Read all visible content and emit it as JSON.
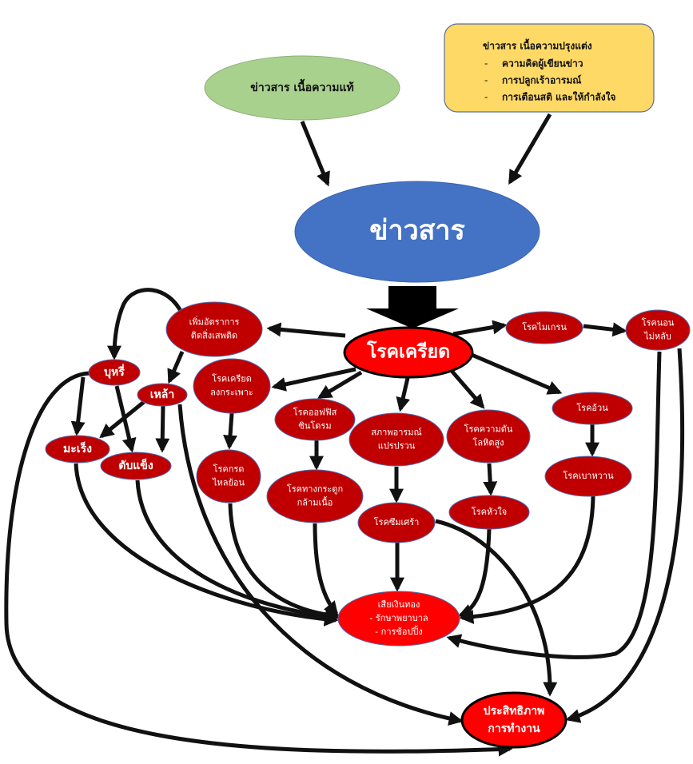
{
  "colors": {
    "node": "#c00000",
    "hub": "#ff0000",
    "news": "#4472c4",
    "genuine": "#a9d18e",
    "embellished": "#ffd966",
    "edge": "#111111"
  },
  "nodes": {
    "genuine": {
      "lines": [
        "ข่าวสาร เนื้อความแท้"
      ]
    },
    "embellished": {
      "title": "ข่าวสาร เนื้อความปรุงแต่ง",
      "items": [
        "ความคิดผู้เขียนข่าว",
        "การปลูกเร้าอารมณ์",
        "การเตือนสติ และให้กำลังใจ"
      ],
      "bullet": "-"
    },
    "news": {
      "lines": [
        "ข่าวสาร"
      ]
    },
    "stress": {
      "lines": [
        "โรคเครียด"
      ]
    },
    "addict": {
      "lines": [
        "เพิ่มอัตราการ",
        "ติดสิ่งเสพติด"
      ]
    },
    "cigarette": {
      "lines": [
        "บุหรี่"
      ]
    },
    "alcohol": {
      "lines": [
        "เหล้า"
      ]
    },
    "cancer": {
      "lines": [
        "มะเร็ง"
      ]
    },
    "cirrhosis": {
      "lines": [
        "ตับแข็ง"
      ]
    },
    "gastric": {
      "lines": [
        "โรคเครียด",
        "ลงกระเพาะ"
      ]
    },
    "reflux": {
      "lines": [
        "โรคกรด",
        "ไหลย้อน"
      ]
    },
    "office": {
      "lines": [
        "โรคออฟฟิส",
        "ซินโดรม"
      ]
    },
    "musculo": {
      "lines": [
        "โรคทางกระดูก",
        "กล้ามเนื้อ"
      ]
    },
    "mood": {
      "lines": [
        "สภาพอารมณ์",
        "แปรปรวน"
      ]
    },
    "bp": {
      "lines": [
        "โรคความดัน",
        "โลหิตสูง"
      ]
    },
    "migraine": {
      "lines": [
        "โรคไมเกรน"
      ]
    },
    "insomnia": {
      "lines": [
        "โรคนอน",
        "ไม่หลับ"
      ]
    },
    "obesity": {
      "lines": [
        "โรคอ้วน"
      ]
    },
    "diabetes": {
      "lines": [
        "โรคเบาหวาน"
      ]
    },
    "depression": {
      "lines": [
        "โรคซึมเศร้า"
      ]
    },
    "heart": {
      "lines": [
        "โรคหัวใจ"
      ]
    },
    "money": {
      "lines": [
        "เสียเงินทอง",
        "-     รักษาพยาบาล",
        "-     การช้อปปิ้ง"
      ]
    },
    "performance": {
      "lines": [
        "ประสิทธิภาพ",
        "การทำงาน"
      ]
    }
  },
  "edges": [
    [
      "genuine",
      "news"
    ],
    [
      "embellished",
      "news"
    ],
    [
      "news",
      "stress"
    ],
    [
      "stress",
      "addict"
    ],
    [
      "stress",
      "gastric"
    ],
    [
      "stress",
      "office"
    ],
    [
      "stress",
      "mood"
    ],
    [
      "stress",
      "bp"
    ],
    [
      "stress",
      "obesity"
    ],
    [
      "stress",
      "migraine"
    ],
    [
      "migraine",
      "insomnia"
    ],
    [
      "addict",
      "cigarette"
    ],
    [
      "addict",
      "alcohol"
    ],
    [
      "cigarette",
      "cancer"
    ],
    [
      "cigarette",
      "cirrhosis"
    ],
    [
      "alcohol",
      "cancer"
    ],
    [
      "alcohol",
      "cirrhosis"
    ],
    [
      "gastric",
      "reflux"
    ],
    [
      "office",
      "musculo"
    ],
    [
      "mood",
      "depression"
    ],
    [
      "bp",
      "heart"
    ],
    [
      "obesity",
      "diabetes"
    ],
    [
      "depression",
      "money"
    ],
    [
      "cancer",
      "money"
    ],
    [
      "cirrhosis",
      "money"
    ],
    [
      "reflux",
      "money"
    ],
    [
      "musculo",
      "money"
    ],
    [
      "heart",
      "money"
    ],
    [
      "diabetes",
      "money"
    ],
    [
      "insomnia",
      "money"
    ],
    [
      "insomnia",
      "performance"
    ],
    [
      "depression",
      "performance"
    ],
    [
      "alcohol",
      "performance"
    ],
    [
      "cigarette",
      "performance"
    ]
  ]
}
